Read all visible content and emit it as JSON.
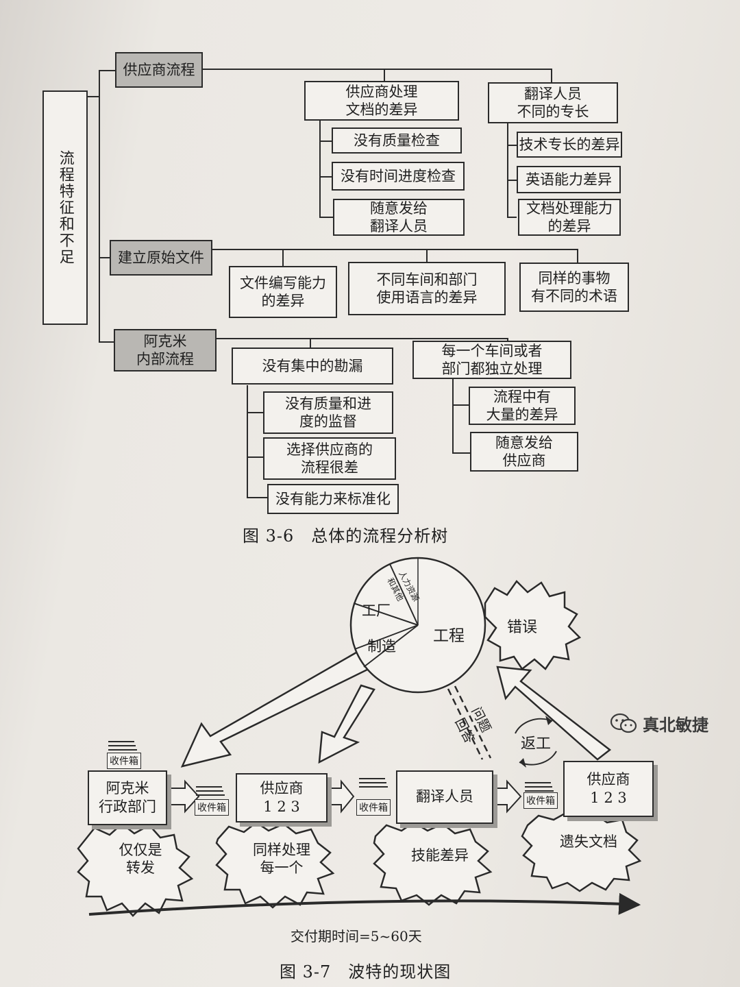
{
  "tree": {
    "root": "流程特征和不足",
    "branches": [
      {
        "label": "供应商流程",
        "groups": [
          {
            "label": "供应商处理\n文档的差异",
            "items": [
              "没有质量检查",
              "没有时间进度检查",
              "随意发给\n翻译人员"
            ]
          },
          {
            "label": "翻译人员\n不同的专长",
            "items": [
              "技术专长的差异",
              "英语能力差异",
              "文档处理能力\n的差异"
            ]
          }
        ]
      },
      {
        "label": "建立原始文件",
        "leaves": [
          "文件编写能力\n的差异",
          "不同车间和部门\n使用语言的差异",
          "同样的事物\n有不同的术语"
        ]
      },
      {
        "label": "阿克米\n内部流程",
        "groups": [
          {
            "label": "没有集中的勘漏",
            "items": [
              "没有质量和进\n度的监督",
              "选择供应商的\n流程很差",
              "没有能力来标准化"
            ]
          },
          {
            "label": "每一个车间或者\n部门都独立处理",
            "items": [
              "流程中有\n大量的差异",
              "随意发给\n供应商"
            ]
          }
        ]
      }
    ]
  },
  "fig1_caption": "图 3-6　总体的流程分析树",
  "fig2": {
    "pie_labels": {
      "engineering": "工程",
      "manufacturing": "制造",
      "factory": "工厂",
      "hr": "人力资源",
      "other": "和其他"
    },
    "error_cloud": "错误",
    "qa_line1": "问题",
    "qa_line2": "回答",
    "rework": "返工",
    "inbox": "收件箱",
    "stages": [
      "阿克米\n行政部门",
      "供应商\n1 2 3",
      "翻译人员",
      "供应商\n1 2 3"
    ],
    "clouds": [
      "仅仅是\n转发",
      "同样处理\n每一个",
      "技能差异",
      "遗失文档"
    ],
    "timeline": "交付期时间=5~60天"
  },
  "fig2_caption": "图 3-7　波特的现状图",
  "watermark": "真北敏捷"
}
